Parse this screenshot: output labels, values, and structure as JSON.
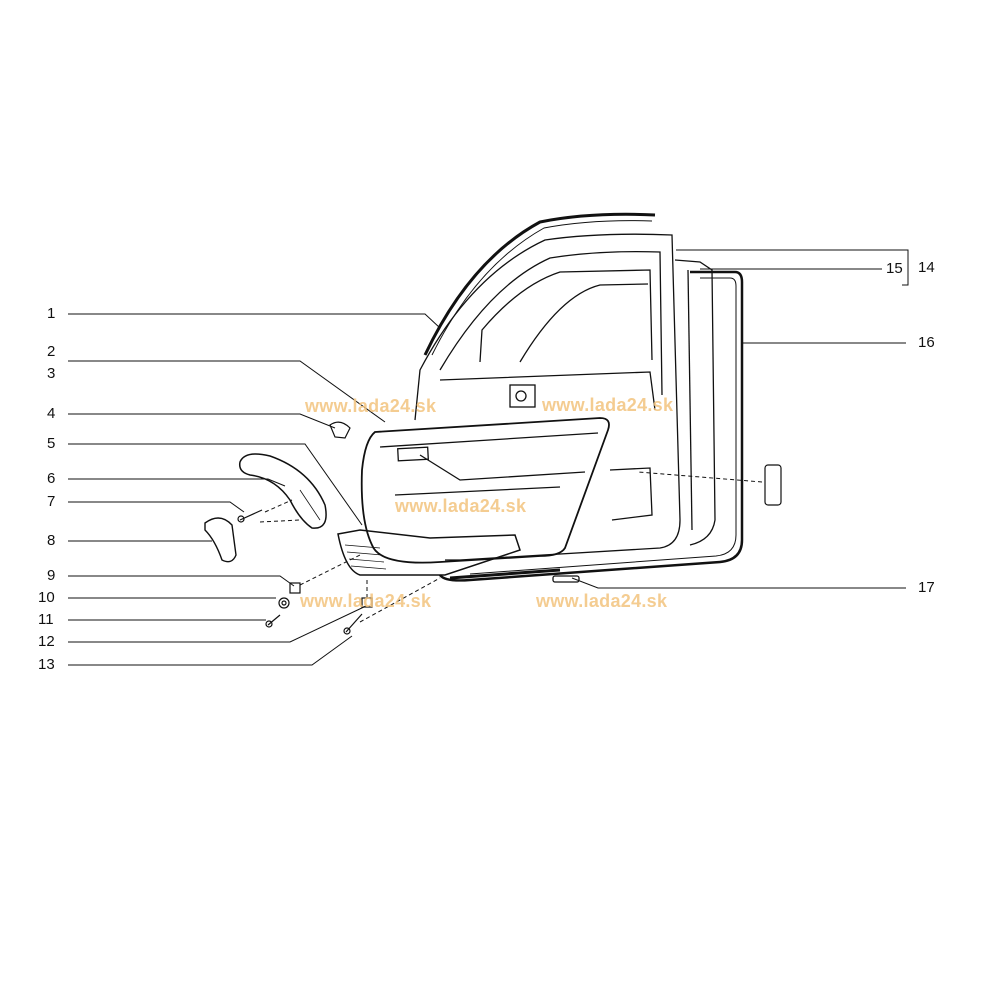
{
  "watermark": "www.lada24.sk",
  "colors": {
    "line": "#111111",
    "watermark": "#f3c47e"
  },
  "callouts": {
    "n1": "1",
    "n2": "2",
    "n3": "3",
    "n4": "4",
    "n5": "5",
    "n6": "6",
    "n7": "7",
    "n8": "8",
    "n9": "9",
    "n10": "10",
    "n11": "11",
    "n12": "12",
    "n13": "13",
    "n14": "14",
    "n15": "15",
    "n16": "16",
    "n17": "17"
  }
}
